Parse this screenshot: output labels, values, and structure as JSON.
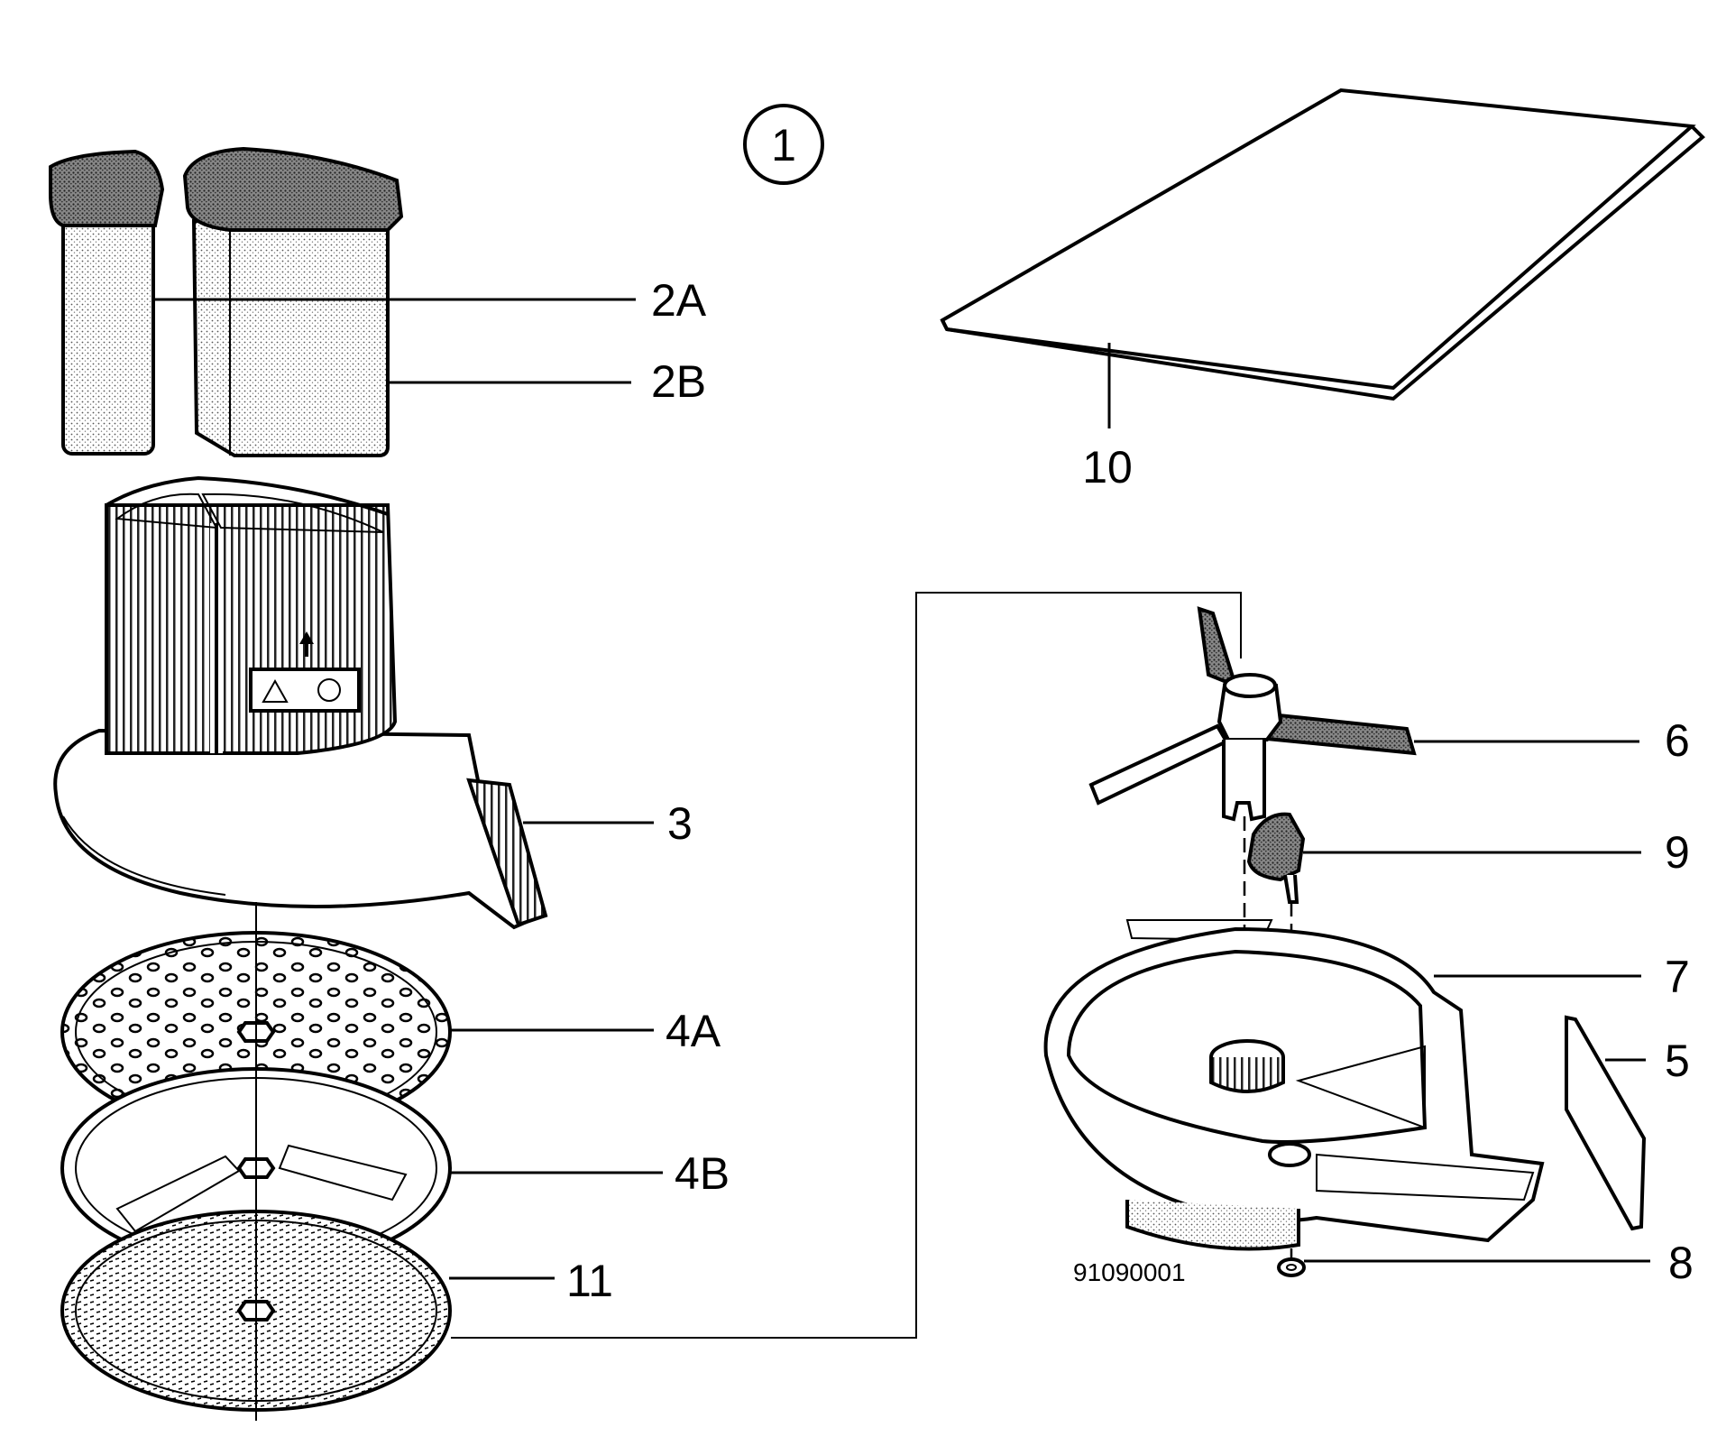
{
  "figure_number": "1",
  "drawing_code": "91090001",
  "callouts": [
    {
      "id": "2A",
      "label": "2A"
    },
    {
      "id": "2B",
      "label": "2B"
    },
    {
      "id": "3",
      "label": "3"
    },
    {
      "id": "4A",
      "label": "4A"
    },
    {
      "id": "4B",
      "label": "4B"
    },
    {
      "id": "11",
      "label": "11"
    },
    {
      "id": "10",
      "label": "10"
    },
    {
      "id": "6",
      "label": "6"
    },
    {
      "id": "9",
      "label": "9"
    },
    {
      "id": "7",
      "label": "7"
    },
    {
      "id": "5",
      "label": "5"
    },
    {
      "id": "8",
      "label": "8"
    }
  ]
}
